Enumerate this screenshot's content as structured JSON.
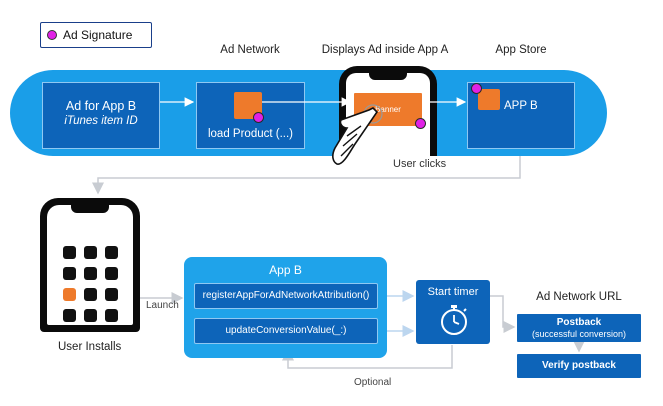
{
  "legend": {
    "label": "Ad Signature",
    "signature_color": "#e021e6"
  },
  "headers": {
    "ad_network": "Ad Network",
    "displays_ad": "Displays Ad inside App A",
    "app_store": "App Store",
    "ad_network_url": "Ad Network URL"
  },
  "top_flow": {
    "ad_for_app_b": {
      "line1": "Ad for App B",
      "line2": "iTunes item ID"
    },
    "load_product": "load Product (...)",
    "banner": "Banner",
    "app_b": "APP B",
    "user_clicks": "User clicks"
  },
  "install": {
    "user_installs": "User Installs",
    "launch": "Launch"
  },
  "app_b_box": {
    "title": "App B",
    "register": "registerAppForAdNetworkAttribution()",
    "update": "updateConversionValue(_:)",
    "optional": "Optional"
  },
  "timer": {
    "label": "Start timer"
  },
  "postback": {
    "title": "Postback",
    "subtitle": "(successful conversion)",
    "verify": "Verify postback"
  },
  "colors": {
    "band": "#1a9ee8",
    "dark_box": "#0d64b9",
    "orange": "#ee7a2b",
    "app_b_container": "#1fa3ea"
  }
}
